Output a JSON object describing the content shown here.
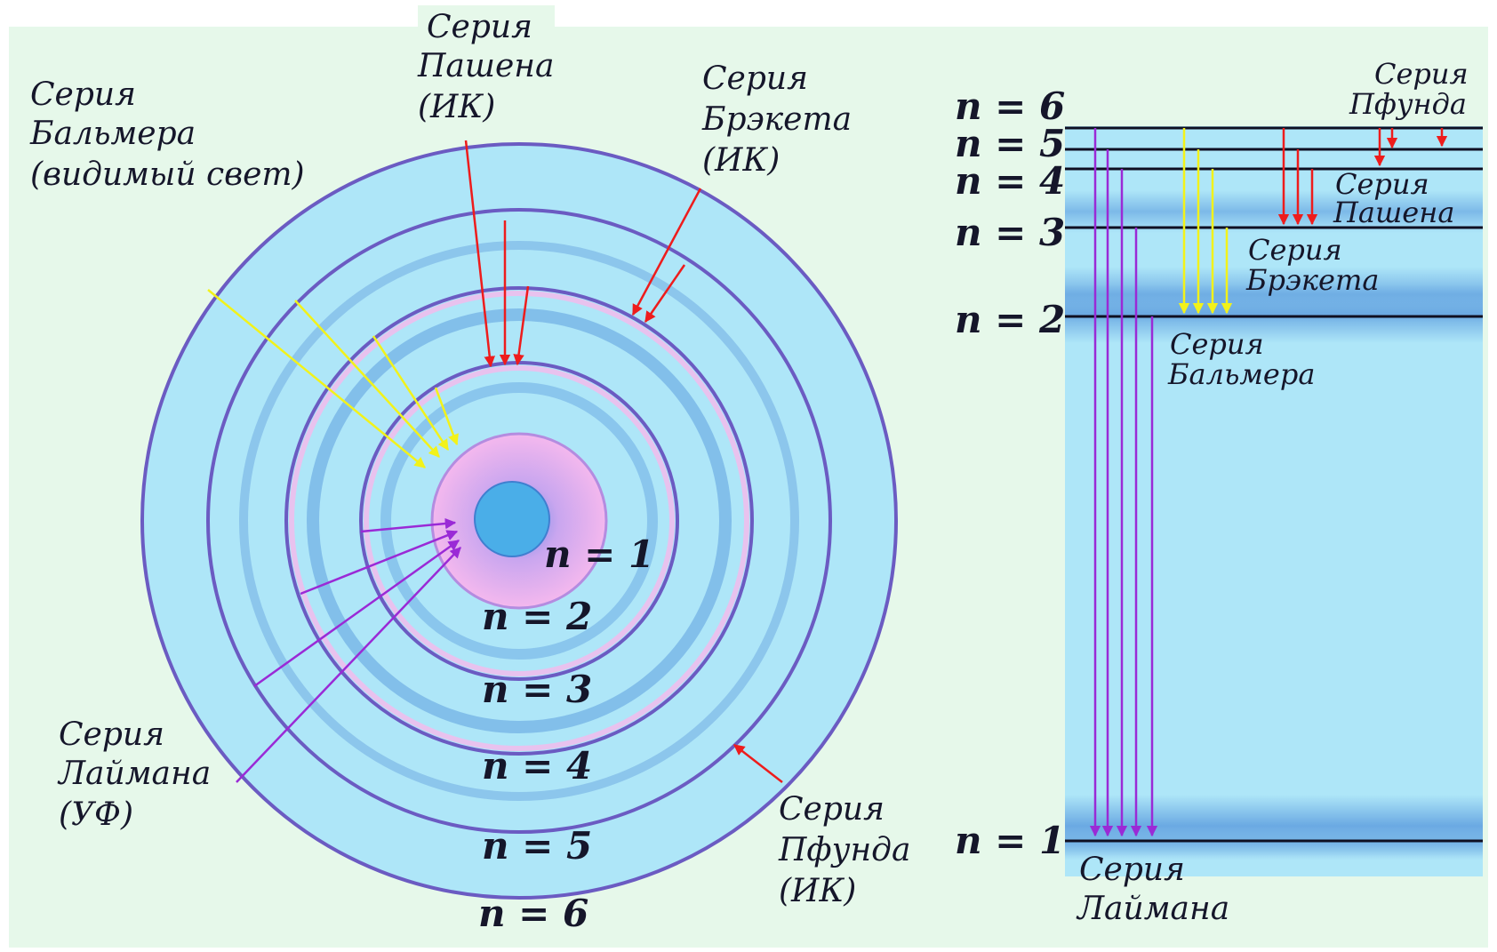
{
  "colors": {
    "background": "#e6f8ea",
    "ring_fill": "#aee6f8",
    "ring_stroke": "#6b5bc2",
    "ring_glow": "#e8c2ee",
    "nucleus": "#4aaee8",
    "core_halo": "#f3b6ee",
    "level_band": "#5f9fdf",
    "lyman": "#9a2ad6",
    "balmer": "#f2f21a",
    "paschen": "#ee1c1c",
    "brackett": "#ee1c1c",
    "pfund": "#ee1c1c"
  },
  "bohr": {
    "orbit_labels": [
      "n = 1",
      "n = 2",
      "n = 3",
      "n = 4",
      "n = 5",
      "n = 6"
    ],
    "series_labels": {
      "balmer": [
        "Серия",
        "Бальмера",
        "(видимый свет)"
      ],
      "paschen": [
        "Серия",
        "Пашена",
        "(ИК)"
      ],
      "brackett": [
        "Серия",
        "Брэкета",
        "(ИК)"
      ],
      "lyman": [
        "Серия",
        "Лаймана",
        "(УФ)"
      ],
      "pfund": [
        "Серия",
        "Пфунда",
        "(ИК)"
      ]
    }
  },
  "levels": {
    "level_labels": [
      "n = 6",
      "n = 5",
      "n = 4",
      "n = 3",
      "n = 2",
      "n = 1"
    ],
    "series_labels": {
      "pfund": [
        "Серия",
        "Пфунда"
      ],
      "paschen": [
        "Серия",
        "Пашена"
      ],
      "brackett": [
        "Серия",
        "Брэкета"
      ],
      "balmer": [
        "Серия",
        "Бальмера"
      ],
      "lyman": [
        "Серия",
        "Лаймана"
      ]
    }
  }
}
